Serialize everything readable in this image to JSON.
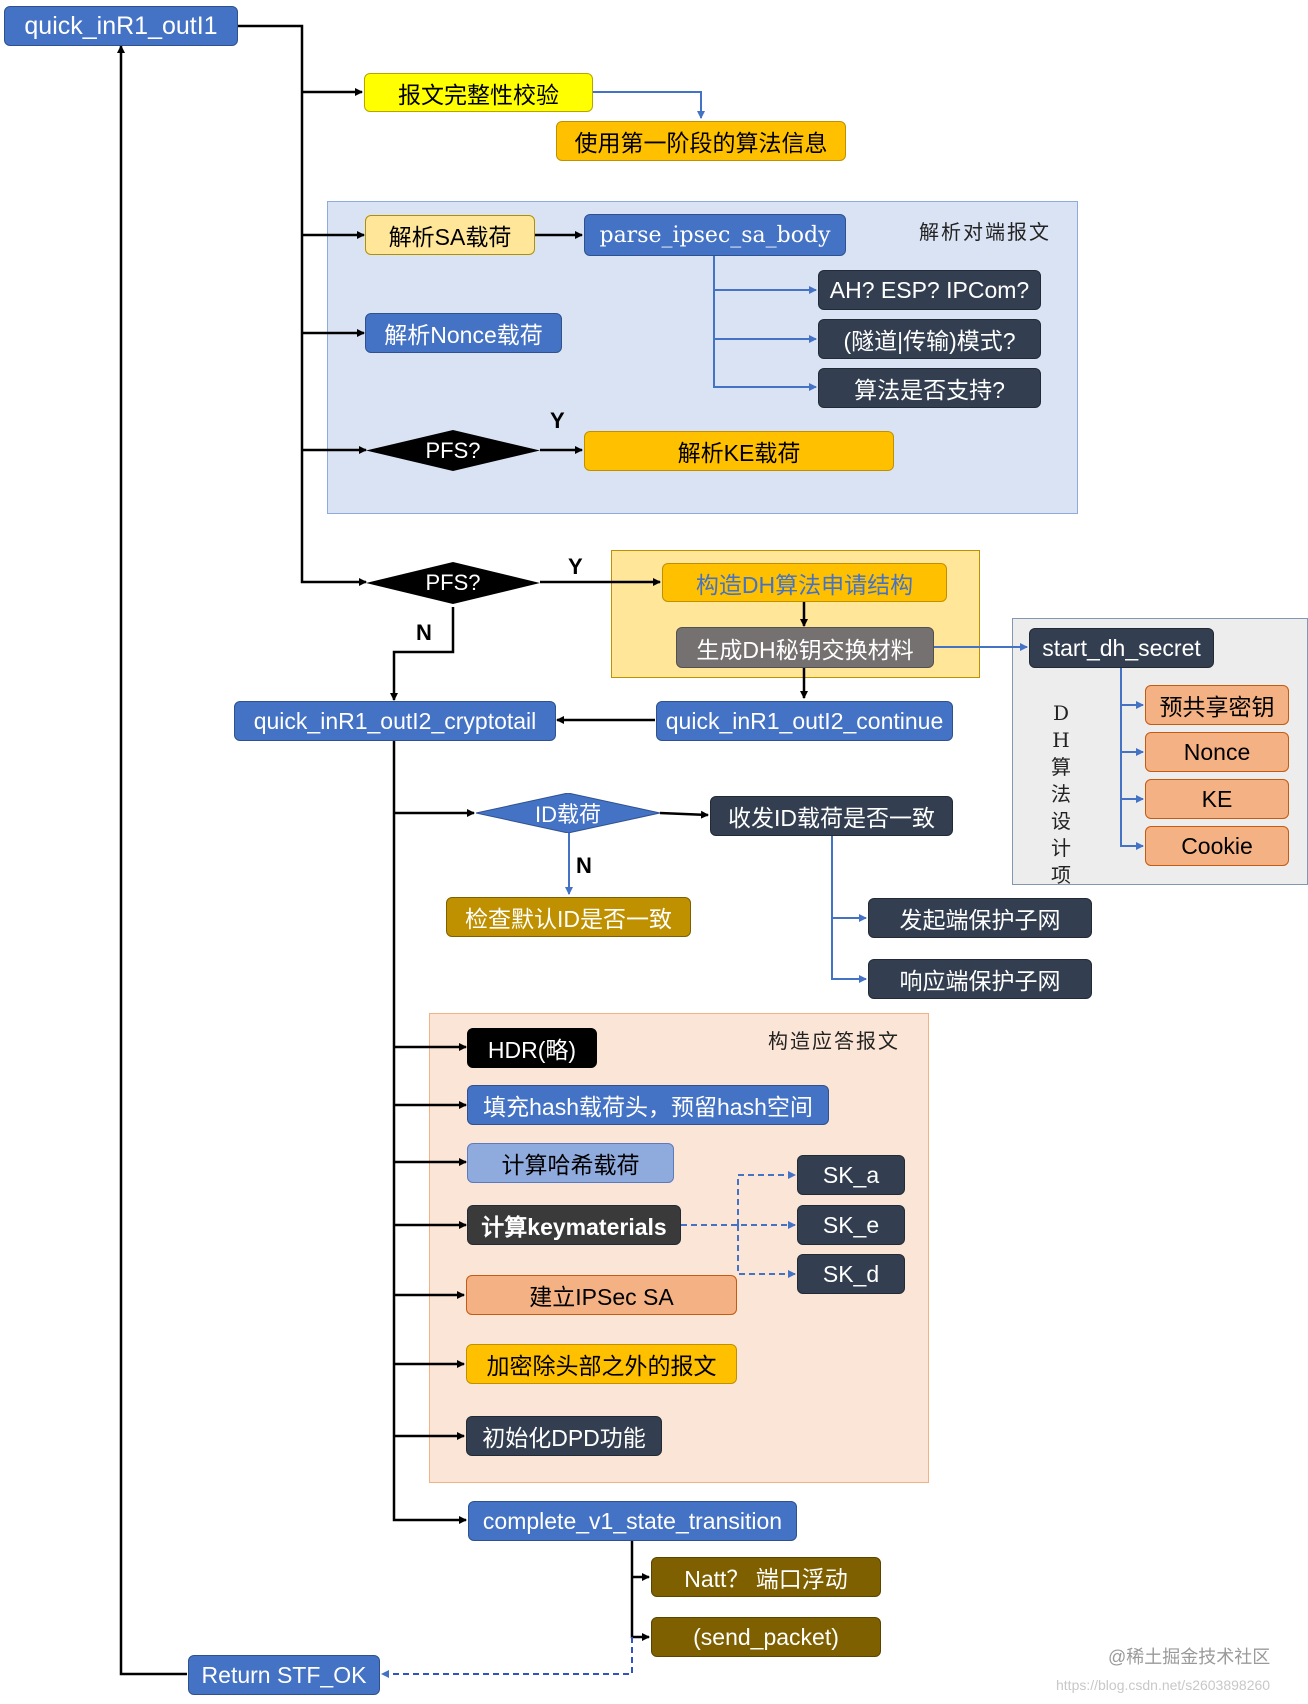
{
  "nodes": {
    "main_func": "quick_inR1_outI1",
    "integrity_check": "报文完整性校验",
    "phase1_algo": "使用第一阶段的算法信息",
    "parse_sa": "解析SA载荷",
    "parse_ipsec_sa_body": "parse_ipsec_sa_body",
    "ah_esp_ipcom": "AH? ESP? IPCom?",
    "tunnel_transport_mode": "(隧道|传输)模式?",
    "algo_supported": "算法是否支持?",
    "parse_nonce": "解析Nonce载荷",
    "pfs_check_1": "PFS?",
    "parse_ke": "解析KE载荷",
    "pfs_check_2": "PFS?",
    "build_dh_request": "构造DH算法申请结构",
    "generate_dh_material": "生成DH秘钥交换材料",
    "start_dh_secret": "start_dh_secret",
    "preshared_key": "预共享密钥",
    "nonce": "Nonce",
    "ke": "KE",
    "cookie": "Cookie",
    "cryptotail": "quick_inR1_outI2_cryptotail",
    "continue": "quick_inR1_outI2_continue",
    "id_payload": "ID载荷",
    "id_consistent": "收发ID载荷是否一致",
    "check_default_id": "检查默认ID是否一致",
    "initiator_subnet": "发起端保护子网",
    "responder_subnet": "响应端保护子网",
    "hdr": "HDR(略)",
    "fill_hash": "填充hash载荷头，预留hash空间",
    "compute_hash": "计算哈希载荷",
    "compute_keymat": "计算keymaterials",
    "sk_a": "SK_a",
    "sk_e": "SK_e",
    "sk_d": "SK_d",
    "build_ipsec_sa": "建立IPSec SA",
    "encrypt": "加密除头部之外的报文",
    "init_dpd": "初始化DPD功能",
    "state_transition": "complete_v1_state_transition",
    "natt": "Natt？ 端口浮动",
    "send_packet": "(send_packet)",
    "return_ok": "Return STF_OK"
  },
  "edge_labels": {
    "pfs1_yes": "Y",
    "pfs2_yes": "Y",
    "pfs2_no": "N",
    "id_no": "N"
  },
  "groups": {
    "parse_peer": "解析对端报文",
    "dh_design": "DH算法设计项",
    "build_reply": "构造应答报文"
  },
  "watermark": {
    "community": "@稀土掘金技术社区",
    "url": "https://blog.csdn.net/s2603898260"
  },
  "colors": {
    "blue": "#4472c4",
    "dark_navy": "#333f50",
    "yellow": "#ffff00",
    "gold": "#ffc000",
    "light_orange": "#ffe699",
    "salmon": "#f4b183",
    "olive": "#bf9000",
    "brown": "#7f6000",
    "gray": "#767171",
    "periwinkle": "#8faadc",
    "region_blue": "#dae3f3",
    "region_yellow": "#ffe699",
    "region_gray": "#ededed",
    "region_peach": "#fbe5d6",
    "connector_black": "#000000",
    "connector_blue": "#4472c4"
  }
}
